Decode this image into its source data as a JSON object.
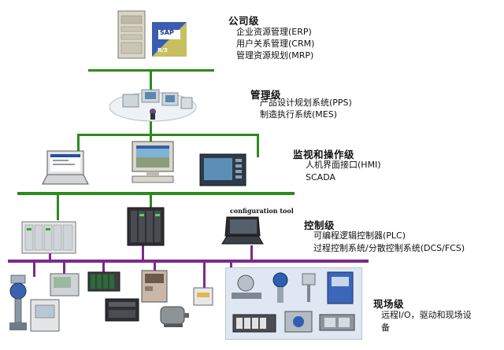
{
  "colors": {
    "bus_green": "#2c8a1e",
    "bus_purple": "#7b2a8c",
    "field_panel": "#dfe7f2",
    "text": "#111111"
  },
  "levels": {
    "company": {
      "title": "公司级",
      "lines": [
        "企业资源管理(ERP)",
        "用户关系管理(CRM)",
        "管理资源规划(MRP)"
      ]
    },
    "management": {
      "title": "管理级",
      "lines": [
        "产品设计规划系统(PPS)",
        "制造执行系统(MES)"
      ]
    },
    "supervisory": {
      "title": "监视和操作级",
      "lines": [
        "人机界面接口(HMI)",
        "SCADA"
      ]
    },
    "control": {
      "title": "控制级",
      "lines": [
        "可编程逻辑控制器(PLC)",
        "过程控制系统/分散控制系统(DCS/FCS)"
      ]
    },
    "field": {
      "title": "现场级",
      "lines": [
        "远程I/O，驱动和现场设",
        "备"
      ]
    }
  },
  "annotations": {
    "configuration_tool": "configuration tool"
  },
  "server_labels": {
    "sap": "SAP",
    "r3": "R/3"
  }
}
